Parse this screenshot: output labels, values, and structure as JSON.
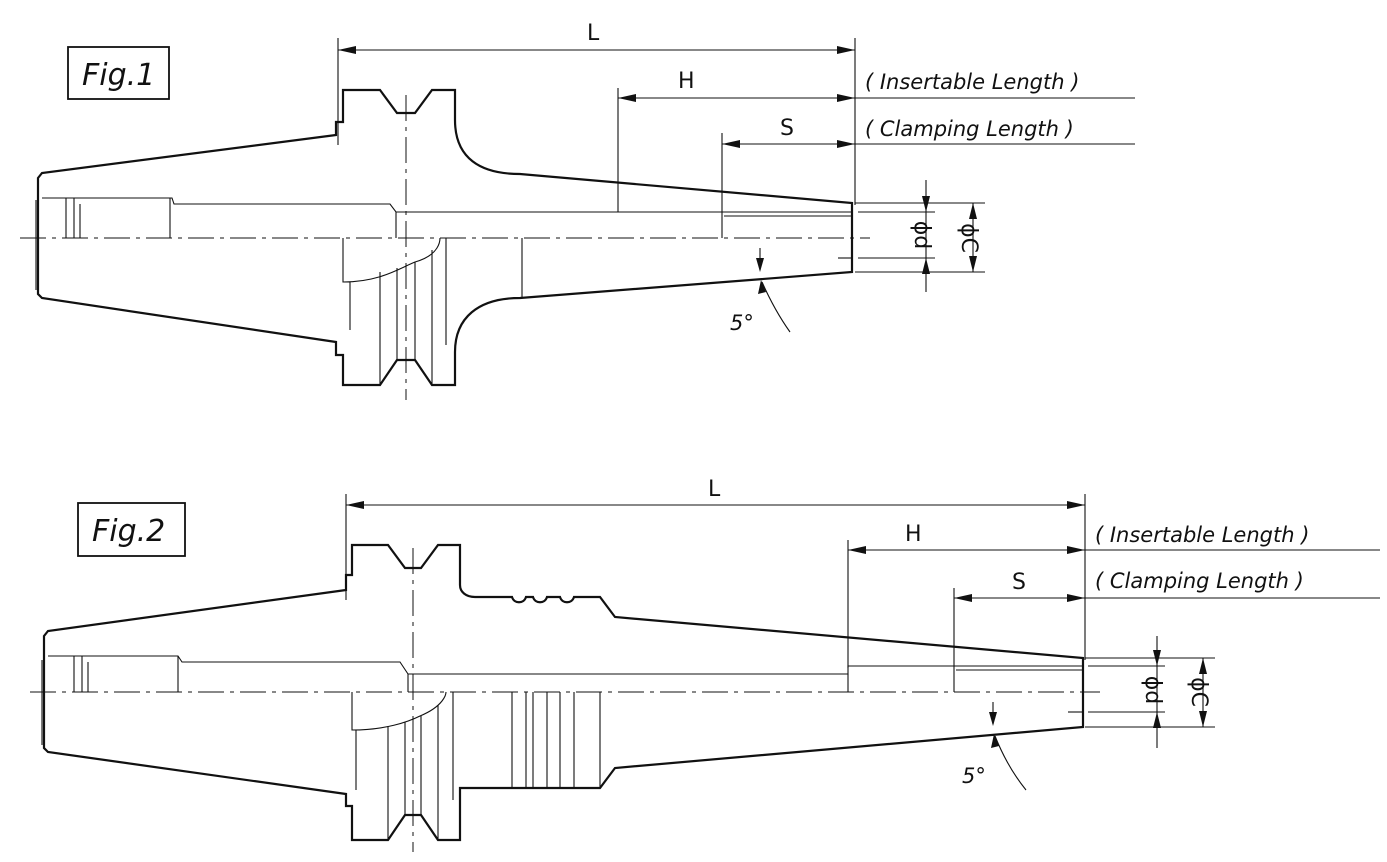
{
  "figures": [
    {
      "label": "Fig.1",
      "dims": {
        "L": "L",
        "H": "H",
        "S": "S",
        "d": "ϕd",
        "C": "ϕC",
        "angle": "5°"
      },
      "insertable": "( Insertable Length )",
      "clamping": "( Clamping Length )"
    },
    {
      "label": "Fig.2",
      "dims": {
        "L": "L",
        "H": "H",
        "S": "S",
        "d": "ϕd",
        "C": "ϕC",
        "angle": "5°"
      },
      "insertable": "( Insertable Length )",
      "clamping": "( Clamping Length )"
    }
  ]
}
